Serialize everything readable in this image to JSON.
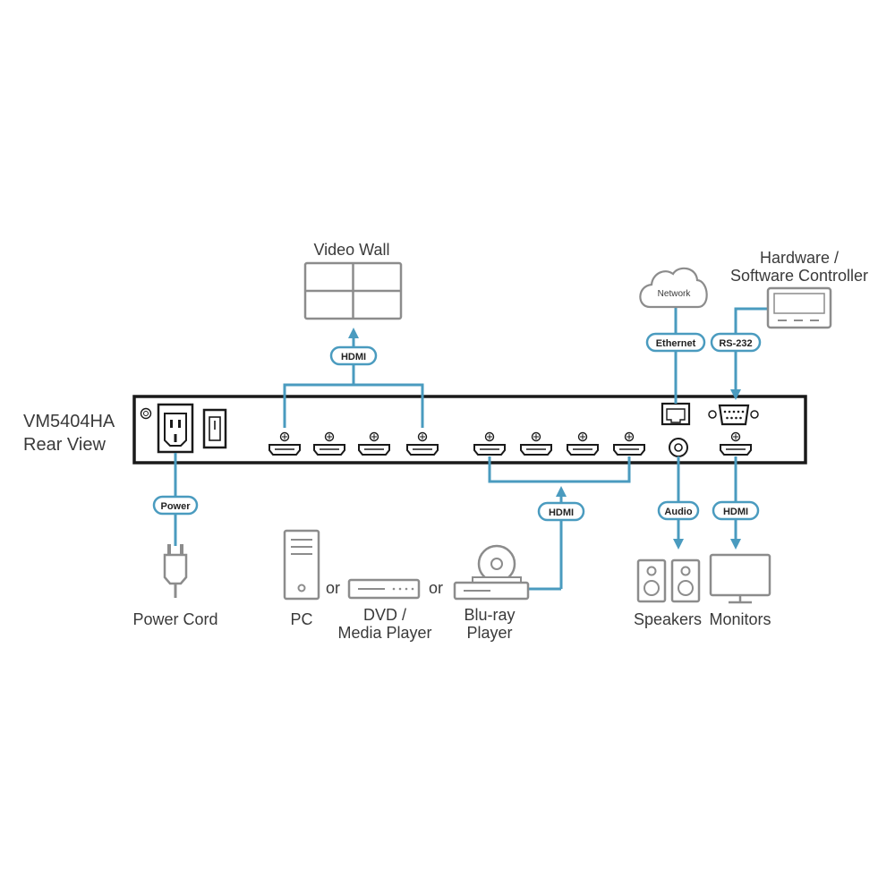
{
  "device": {
    "model": "VM5404HA",
    "view": "Rear View"
  },
  "labels": {
    "video_wall": "Video Wall",
    "network": "Network",
    "controller_line1": "Hardware /",
    "controller_line2": "Software Controller",
    "power_cord": "Power Cord",
    "pc": "PC",
    "or_1": "or",
    "or_2": "or",
    "dvd_line1": "DVD /",
    "dvd_line2": "Media Player",
    "bluray_line1": "Blu-ray",
    "bluray_line2": "Player",
    "speakers": "Speakers",
    "monitors": "Monitors"
  },
  "connections": {
    "hdmi_output": "HDMI",
    "hdmi_input": "HDMI",
    "ethernet": "Ethernet",
    "rs232": "RS-232",
    "power": "Power",
    "audio": "Audio",
    "hdmi_monitor": "HDMI"
  },
  "colors": {
    "wire": "#4a9bbf",
    "device_outline": "#1a1a1a",
    "icon_gray": "#8c8c8c"
  },
  "icons": [
    "hdmi-port-icon",
    "power-socket-icon",
    "power-switch-icon",
    "ground-screw-icon",
    "rj45-port-icon",
    "db9-port-icon",
    "audio-jack-icon",
    "video-wall-icon",
    "cloud-icon",
    "controller-icon",
    "power-plug-icon",
    "pc-tower-icon",
    "dvd-player-icon",
    "bluray-player-icon",
    "speakers-icon",
    "monitor-icon"
  ]
}
